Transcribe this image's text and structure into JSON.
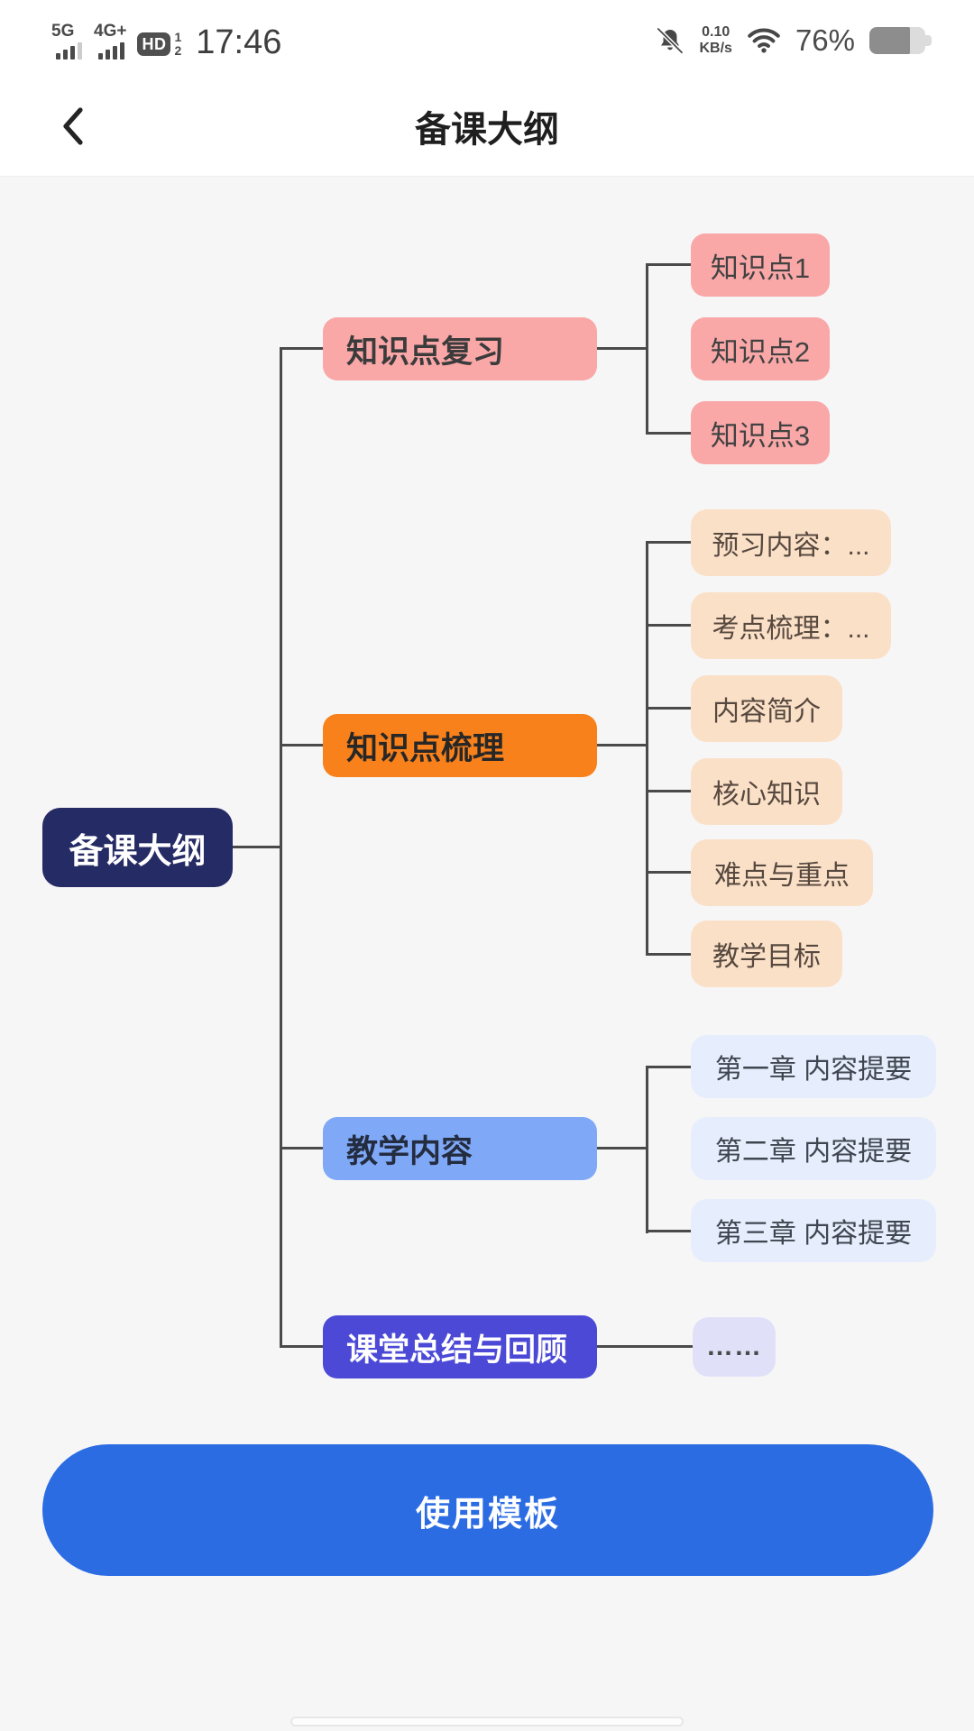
{
  "status_bar": {
    "network_a": "5G",
    "network_b": "4G+",
    "hd_badge": "HD",
    "sim_slot_1": "1",
    "sim_slot_2": "2",
    "time": "17:46",
    "net_speed": "0.10",
    "net_speed_unit": "KB/s",
    "battery": "76%"
  },
  "header": {
    "title": "备课大纲"
  },
  "mindmap": {
    "root": "备课大纲",
    "branches": [
      {
        "label": "知识点复习",
        "children": [
          "知识点1",
          "知识点2",
          "知识点3"
        ]
      },
      {
        "label": "知识点梳理",
        "children": [
          "预习内容：...",
          "考点梳理：...",
          "内容简介",
          "核心知识",
          "难点与重点",
          "教学目标"
        ]
      },
      {
        "label": "教学内容",
        "children": [
          "第一章 内容提要",
          "第二章 内容提要",
          "第三章 内容提要"
        ]
      },
      {
        "label": "课堂总结与回顾",
        "children": [
          "……"
        ]
      }
    ],
    "colors": {
      "root_bg": "#252b64",
      "branch1_bg": "#f9a7a7",
      "branch2_bg": "#f8811c",
      "branch2_child_bg": "#fbe0c8",
      "branch3_bg": "#7fa9f7",
      "branch3_child_bg": "#e6edfc",
      "branch4_bg": "#4b49d6",
      "branch4_child_bg": "#e0e1f8",
      "connector": "#4a4a4a"
    }
  },
  "footer": {
    "use_template_button": "使用模板",
    "button_color": "#2b6ce3"
  }
}
